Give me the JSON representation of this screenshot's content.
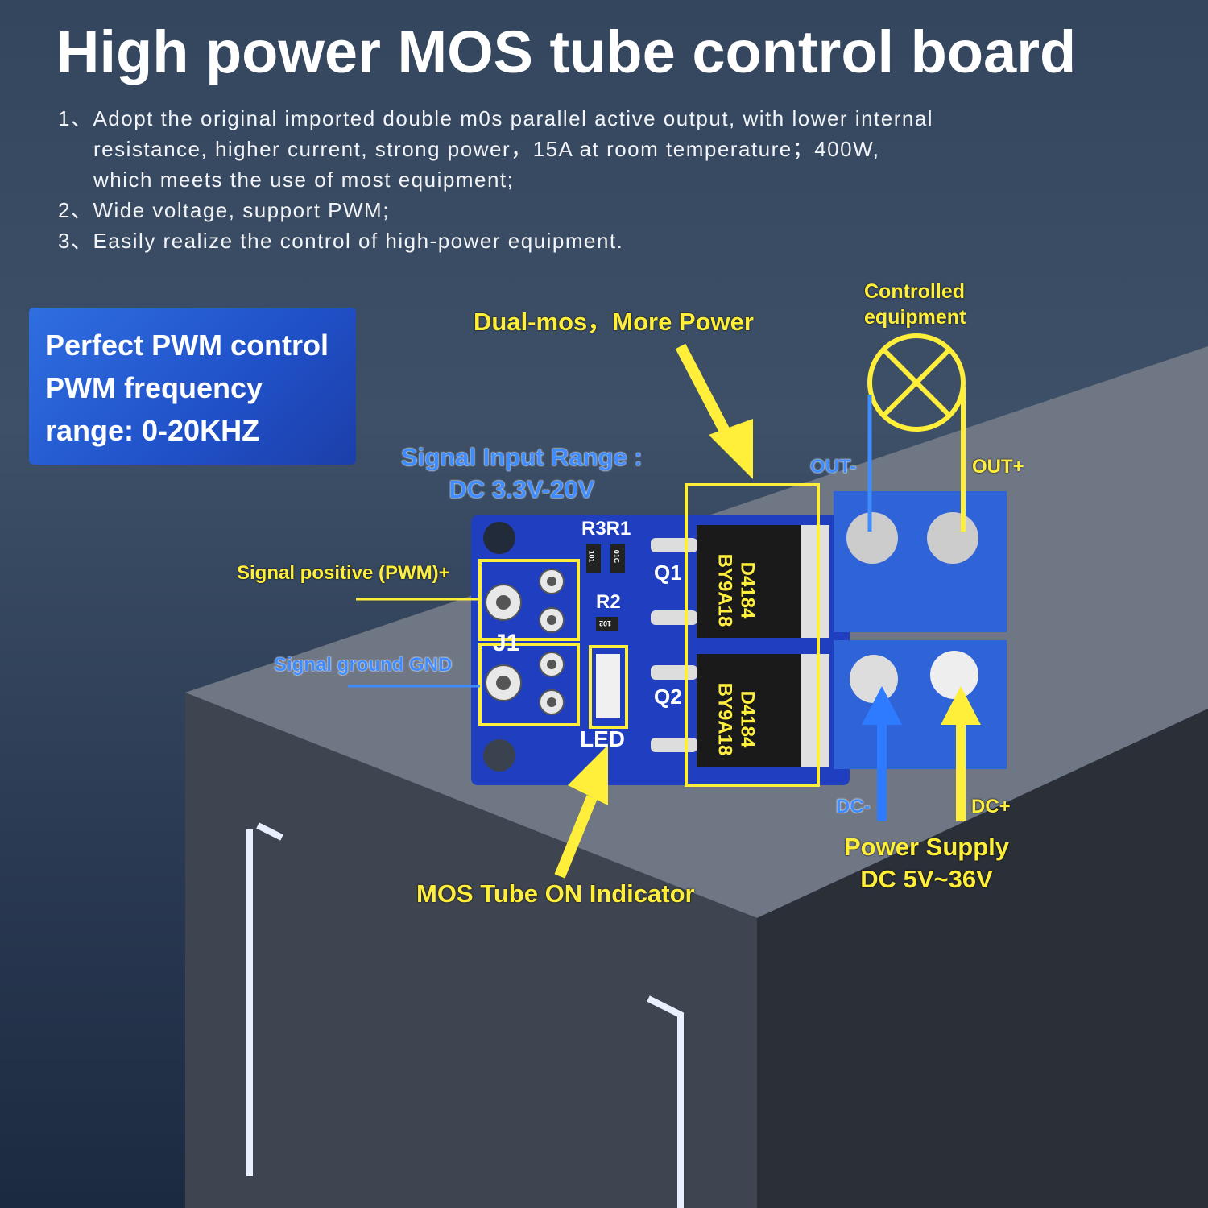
{
  "title": "High power MOS tube control board",
  "features": [
    [
      "1、Adopt the original imported double m0s parallel active output, with lower internal",
      "resistance, higher current, strong power，15A at room temperature；400W,",
      "which meets the use of most equipment;"
    ],
    [
      "2、Wide voltage, support PWM;"
    ],
    [
      "3、Easily realize the control of high-power equipment."
    ]
  ],
  "pwm_box": [
    "Perfect PWM control",
    "PWM frequency",
    "range: 0-20KHZ"
  ],
  "labels": {
    "dual_mos": "Dual-mos，More Power",
    "controlled": [
      "Controlled",
      "equipment"
    ],
    "signal_range": [
      "Signal Input Range :",
      "DC 3.3V-20V"
    ],
    "out_minus": "OUT-",
    "out_plus": "OUT+",
    "signal_positive": "Signal positive (PWM)+",
    "signal_gnd": "Signal ground GND",
    "dc_minus": "DC-",
    "dc_plus": "DC+",
    "power_supply": [
      "Power Supply",
      "DC 5V~36V"
    ],
    "mos_indicator": "MOS Tube ON Indicator"
  },
  "board_silkscreen": {
    "r3r1": "R3R1",
    "r2": "R2",
    "q1": "Q1",
    "q2": "Q2",
    "j1": "J1",
    "led": "LED",
    "chip_line1": "D4184",
    "chip_line2": "BY9A18",
    "res1": "101",
    "res2": "01C",
    "res3": "102"
  },
  "colors": {
    "accent_yellow": "#ffef3a",
    "accent_blue": "#3f8cff",
    "pcb_blue": "#1f3fc0",
    "terminal_blue": "#2f63d8"
  },
  "icons": [
    "lamp-icon",
    "arrow-icon"
  ]
}
